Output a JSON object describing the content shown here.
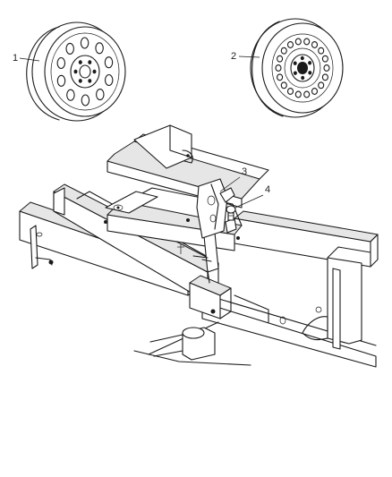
{
  "callouts": [
    {
      "id": "wheel-steel",
      "label": "1"
    },
    {
      "id": "wheel-spare",
      "label": "2"
    },
    {
      "id": "spare-carrier-winch",
      "label": "3"
    },
    {
      "id": "carrier-bolt",
      "label": "4"
    }
  ]
}
